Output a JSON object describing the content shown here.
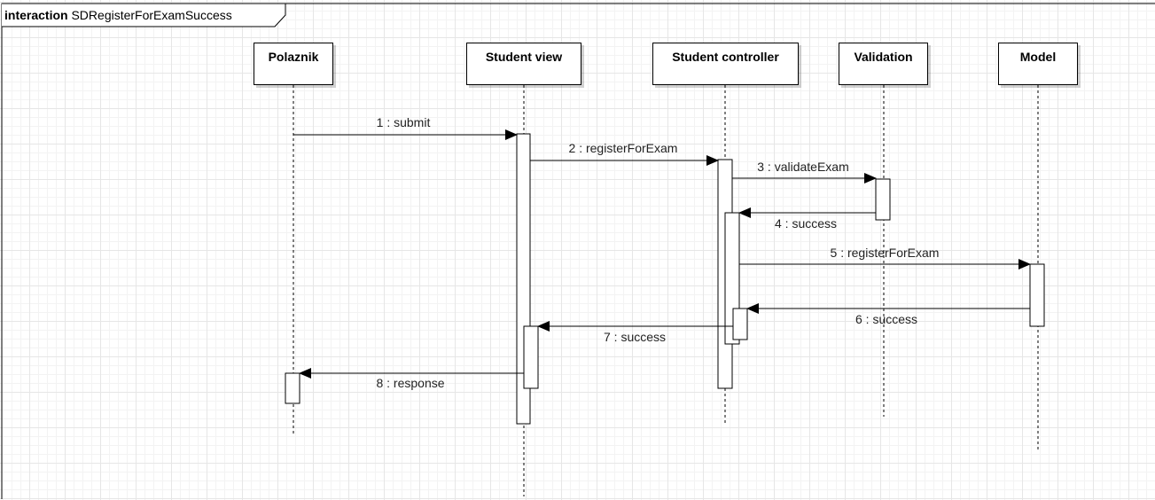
{
  "frame": {
    "keyword": "interaction",
    "name": "SDRegisterForExamSuccess"
  },
  "lifelines": [
    {
      "name": "Polaznik"
    },
    {
      "name": "Student view"
    },
    {
      "name": "Student controller"
    },
    {
      "name": "Validation"
    },
    {
      "name": "Model"
    }
  ],
  "messages": [
    {
      "label": "1 : submit",
      "from": "Polaznik",
      "to": "Student view"
    },
    {
      "label": "2 : registerForExam",
      "from": "Student view",
      "to": "Student controller"
    },
    {
      "label": "3 : validateExam",
      "from": "Student controller",
      "to": "Validation"
    },
    {
      "label": "4 : success",
      "from": "Validation",
      "to": "Student controller"
    },
    {
      "label": "5 : registerForExam",
      "from": "Student controller",
      "to": "Model"
    },
    {
      "label": "6 : success",
      "from": "Model",
      "to": "Student controller"
    },
    {
      "label": "7 : success",
      "from": "Student controller",
      "to": "Student view"
    },
    {
      "label": "8 : response",
      "from": "Student view",
      "to": "Polaznik"
    }
  ]
}
